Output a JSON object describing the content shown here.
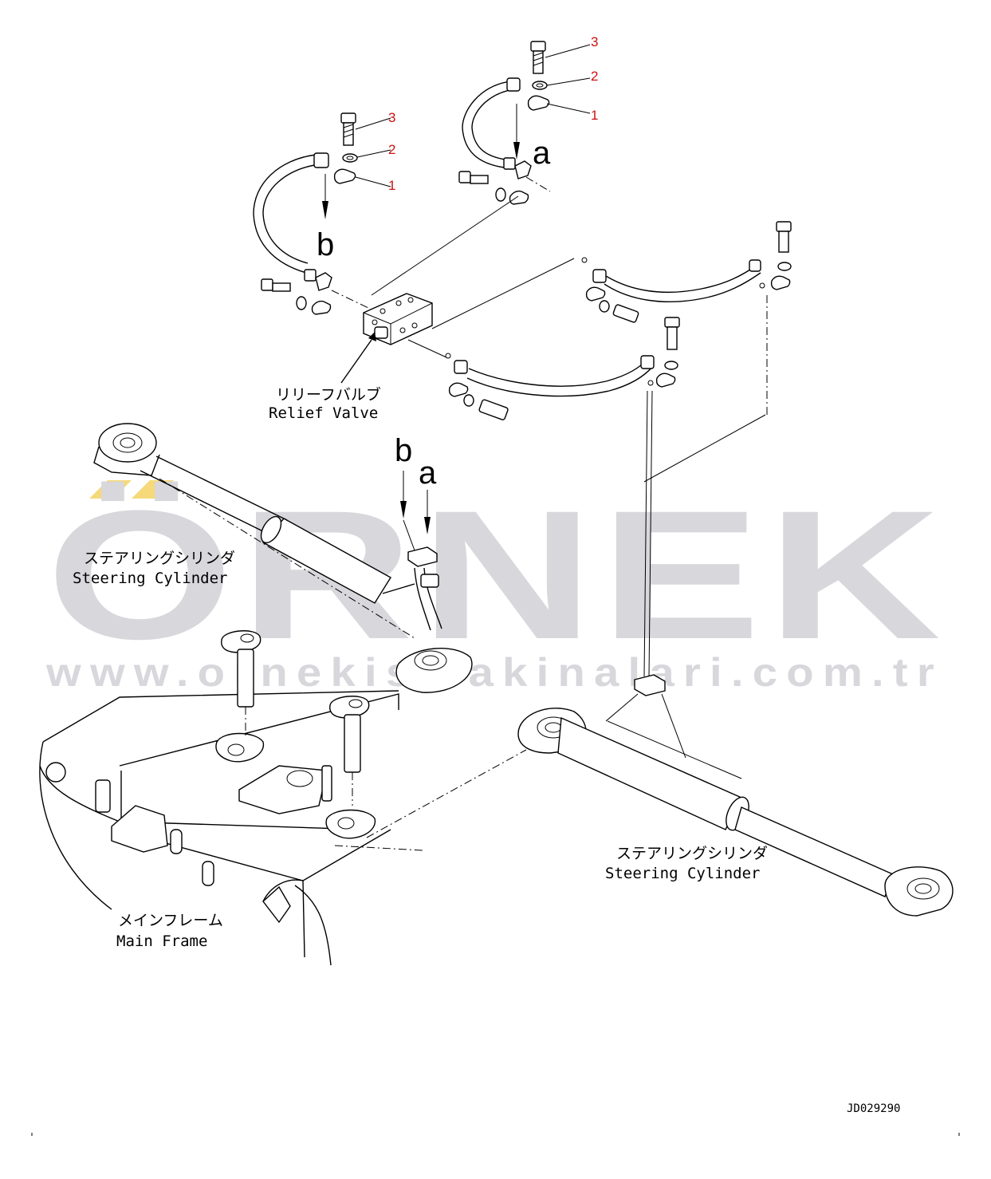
{
  "watermark": {
    "brand": "ÖRNEK",
    "url": "www.ornekismakinalari.com.tr",
    "color": "#d7d7dc",
    "accent_color": "#f5d97a"
  },
  "labels": {
    "relief_valve_jp": "リリーフバルブ",
    "relief_valve_en": "Relief Valve",
    "steering_cylinder_left_jp": "ステアリングシリンダ",
    "steering_cylinder_left_en": "Steering Cylinder",
    "steering_cylinder_right_jp": "ステアリングシリンダ",
    "steering_cylinder_right_en": "Steering Cylinder",
    "main_frame_jp": "メインフレーム",
    "main_frame_en": "Main Frame",
    "drawing_code": "JD029290"
  },
  "callouts": {
    "right_group": [
      "3",
      "2",
      "1"
    ],
    "left_group": [
      "3",
      "2",
      "1"
    ],
    "number_color": "#cc1111"
  },
  "connectors": {
    "a_top": "a",
    "b_top": "b",
    "b_lower": "b",
    "a_lower": "a"
  }
}
